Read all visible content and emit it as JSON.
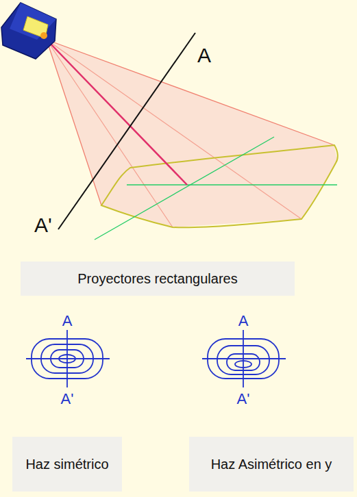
{
  "diagram": {
    "nodes": [
      {
        "text": [
          "Proyectores rectangulares"
        ]
      },
      {
        "text": [
          "Haz simétrico"
        ]
      },
      {
        "text": [
          "Haz Asimétrico en y"
        ]
      }
    ],
    "labels": [
      "A",
      "A'",
      "A",
      "A'",
      "A",
      "A'"
    ]
  }
}
